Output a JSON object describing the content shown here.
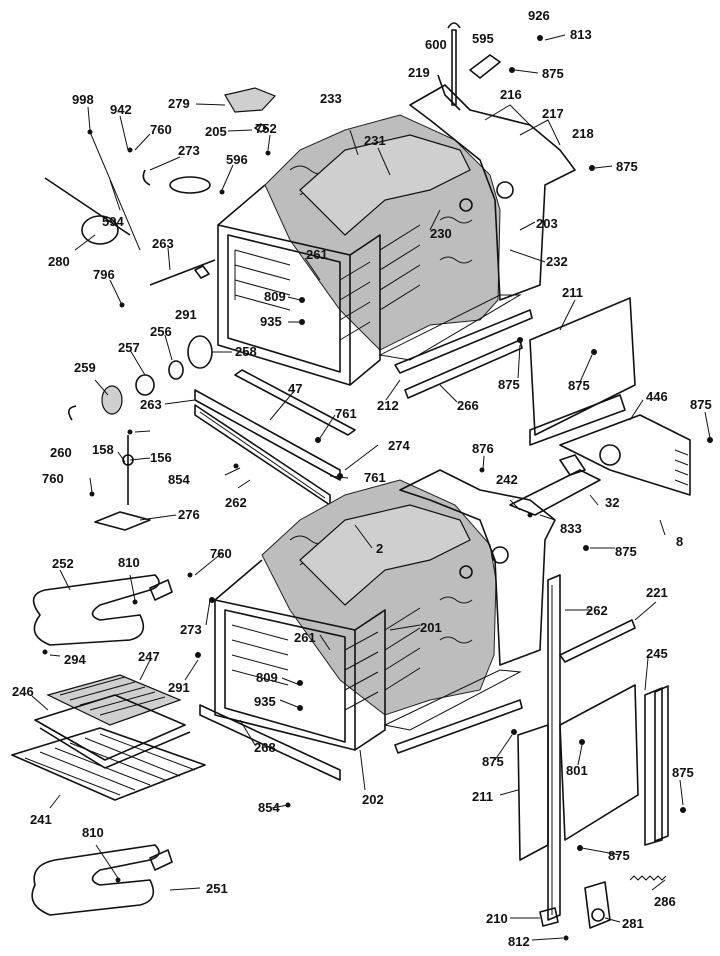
{
  "diagram": {
    "labels": [
      "926",
      "813",
      "600",
      "595",
      "875",
      "219",
      "216",
      "217",
      "218",
      "875",
      "233",
      "998",
      "942",
      "760",
      "279",
      "205",
      "752",
      "273",
      "596",
      "231",
      "203",
      "594",
      "230",
      "232",
      "280",
      "263",
      "261",
      "796",
      "809",
      "211",
      "935",
      "291",
      "258",
      "256",
      "257",
      "875",
      "259",
      "263",
      "47",
      "212",
      "266",
      "446",
      "875",
      "761",
      "875",
      "274",
      "260",
      "158",
      "156",
      "876",
      "242",
      "32",
      "854",
      "761",
      "760",
      "262",
      "833",
      "2",
      "276",
      "8",
      "875",
      "760",
      "810",
      "252",
      "273",
      "201",
      "262",
      "221",
      "261",
      "245",
      "294",
      "247",
      "291",
      "809",
      "246",
      "935",
      "875",
      "801",
      "875",
      "268",
      "241",
      "202",
      "854",
      "211",
      "875",
      "810",
      "251",
      "286",
      "210",
      "281",
      "812"
    ]
  }
}
